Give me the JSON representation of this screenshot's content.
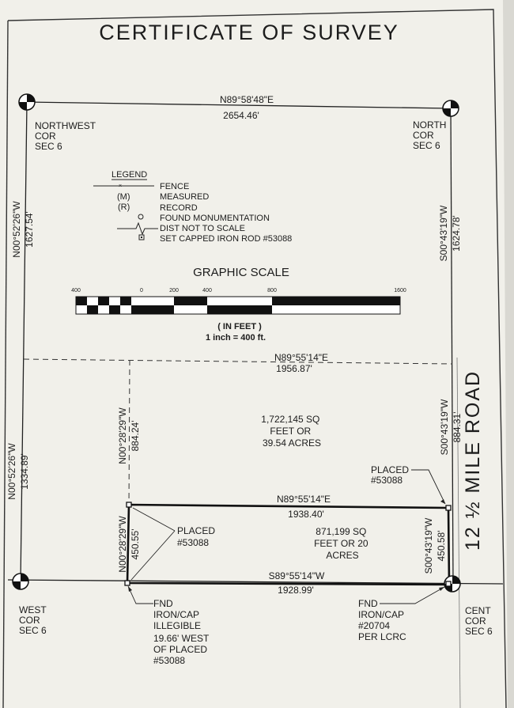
{
  "title": "CERTIFICATE OF SURVEY",
  "corners": {
    "northwest": [
      "NORTHWEST",
      "COR",
      "SEC 6"
    ],
    "north": [
      "NORTH",
      "COR",
      "SEC 6"
    ],
    "west": [
      "WEST",
      "COR",
      "SEC 6"
    ],
    "center": [
      "CENT",
      "COR",
      "SEC 6"
    ]
  },
  "boundaries": {
    "north_bearing": "N89°58'48\"E",
    "north_distance": "2654.46'",
    "west_upper_bearing": "N00°52'26\"W",
    "west_upper_distance": "1627.54'",
    "east_upper_bearing": "S00°43'19\"W",
    "east_upper_distance": "1624.78'",
    "mid_bearing": "N89°55'14\"E",
    "mid_distance": "1956.87'",
    "west_lower_bearing": "N00°52'26\"W",
    "west_lower_distance": "1334.89'",
    "inner_west_bearing": "N00°28'29\"W",
    "inner_west_distance": "884.24'",
    "east_mid_bearing": "S00°43'19\"W",
    "east_mid_distance": "884.31'",
    "parcel_north_bearing": "N89°55'14\"E",
    "parcel_north_distance": "1938.40'",
    "parcel_west_bearing": "N00°28'29\"W",
    "parcel_west_distance": "450.55'",
    "parcel_east_bearing": "S00°43'19\"W",
    "parcel_east_distance": "450.58'",
    "parcel_south_bearing": "S89°55'14\"W",
    "parcel_south_distance": "1928.99'"
  },
  "legend": {
    "heading": "LEGEND",
    "items": [
      {
        "symbol": "",
        "text": "FENCE"
      },
      {
        "symbol": "(M)",
        "text": "MEASURED"
      },
      {
        "symbol": "(R)",
        "text": "RECORD"
      },
      {
        "symbol": "",
        "text": "FOUND MONUMENTATION"
      },
      {
        "symbol": "",
        "text": "DIST NOT TO SCALE"
      },
      {
        "symbol": "",
        "text": "SET CAPPED IRON ROD #53088"
      }
    ]
  },
  "scale": {
    "heading": "GRAPHIC SCALE",
    "ticks": [
      "400",
      "0",
      "200",
      "400",
      "800",
      "1600"
    ],
    "units": "( IN FEET )",
    "ratio": "1 inch = 400 ft."
  },
  "areas": {
    "upper": [
      "1,722,145 SQ",
      "FEET OR",
      "39.54 ACRES"
    ],
    "lower": [
      "871,199 SQ",
      "FEET OR 20",
      "ACRES"
    ]
  },
  "notes": {
    "placed_right": [
      "PLACED",
      "#53088"
    ],
    "placed_left": [
      "PLACED",
      "#53088"
    ],
    "fnd_left": [
      "FND",
      "IRON/CAP",
      "ILLEGIBLE",
      "19.66' WEST",
      "OF PLACED",
      "#53088"
    ],
    "fnd_right": [
      "FND",
      "IRON/CAP",
      "#20704",
      "PER LCRC"
    ]
  },
  "road": "12 ½ MILE ROAD"
}
